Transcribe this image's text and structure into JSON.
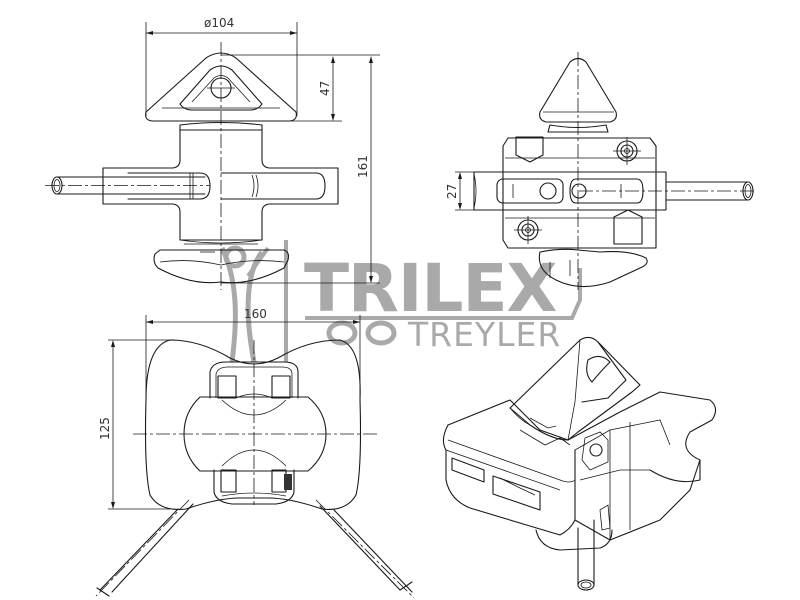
{
  "drawing": {
    "title": "Twistlock technical drawing",
    "views": [
      "front-view",
      "side-view",
      "top-view",
      "isometric-view"
    ],
    "dimensions": {
      "front_diameter": "ø104",
      "front_head_height": "47",
      "front_total_height": "161",
      "side_body_height": "27",
      "top_width": "160",
      "top_depth": "125"
    },
    "colors": {
      "line": "#1a1a1a",
      "watermark": "#a9a9a9",
      "background": "#ffffff"
    }
  },
  "watermark": {
    "brand": "TRILEX",
    "subtitle": "TREYLER"
  }
}
